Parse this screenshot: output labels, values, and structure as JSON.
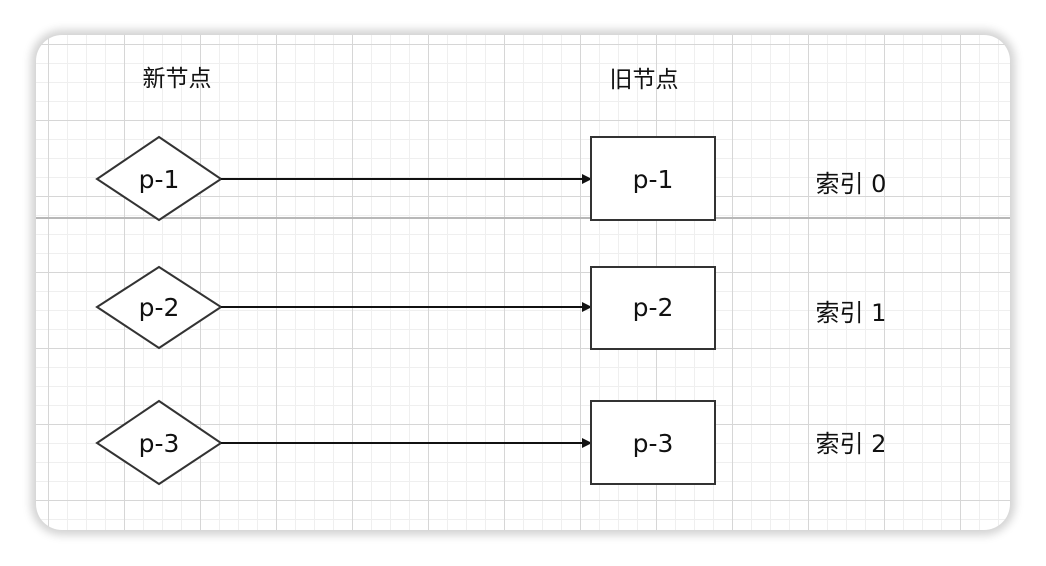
{
  "headers": {
    "new_nodes": "新节点",
    "old_nodes": "旧节点"
  },
  "rows": [
    {
      "new_node": "p-1",
      "old_node": "p-1",
      "index_label": "索引 0"
    },
    {
      "new_node": "p-2",
      "old_node": "p-2",
      "index_label": "索引 1"
    },
    {
      "new_node": "p-3",
      "old_node": "p-3",
      "index_label": "索引 2"
    }
  ],
  "colors": {
    "stroke": "#333333",
    "grid_major": "#d6d6d6",
    "grid_minor": "#efefef",
    "divider": "#b8b8b8"
  }
}
